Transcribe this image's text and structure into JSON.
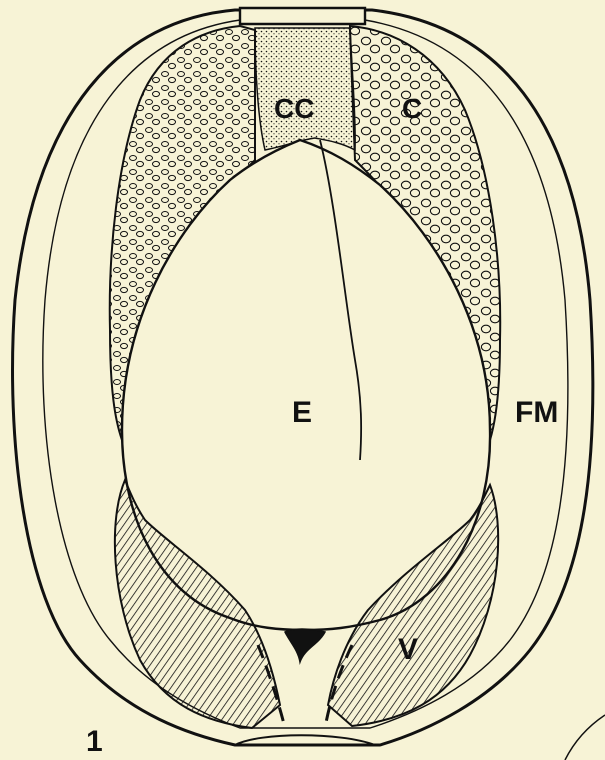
{
  "figure": {
    "number": "1",
    "labels": {
      "cc": "CC",
      "c": "C",
      "e": "E",
      "fm": "FM",
      "v": "V"
    }
  },
  "colors": {
    "background": "#f7f3d6",
    "ink": "#111111"
  }
}
